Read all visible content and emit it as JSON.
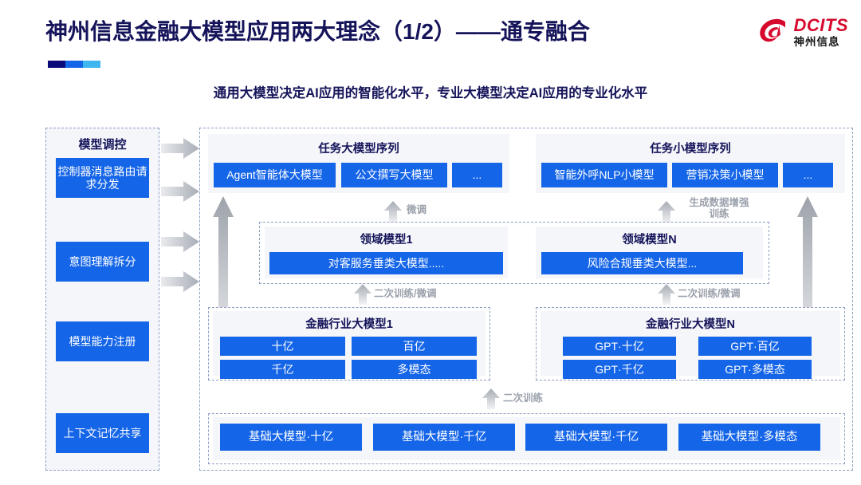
{
  "header": {
    "title": "神州信息金融大模型应用两大理念（1/2）——通专融合",
    "subtitle": "通用大模型决定AI应用的智能化水平，专业大模型决定AI应用的专业化水平",
    "accent_dark": "#0a0a78",
    "accent_mid": "#1565e8",
    "accent_light": "#3fb6f0",
    "title_color": "#15145a"
  },
  "logo": {
    "name": "dcits-logo",
    "en": "DCITS",
    "cn": "神州信息",
    "mark_color": "#d6082c"
  },
  "sidebar": {
    "title": "模型调控",
    "items": [
      {
        "label": "控制器消息路由请求分发"
      },
      {
        "label": "意图理解拆分"
      },
      {
        "label": "模型能力注册"
      },
      {
        "label": "上下文记忆共享"
      }
    ]
  },
  "task_sequences": [
    {
      "title": "任务大模型序列",
      "items": [
        "Agent智能体大模型",
        "公文撰写大模型",
        "..."
      ]
    },
    {
      "title": "任务小模型序列",
      "items": [
        "智能外呼NLP小模型",
        "营销决策小模型",
        "..."
      ]
    }
  ],
  "domain_models": [
    {
      "title": "领域模型1",
      "item": "对客服务垂类大模型....."
    },
    {
      "title": "领域模型N",
      "item": "风险合规垂类大模型..."
    }
  ],
  "industry_models": [
    {
      "title": "金融行业大模型1",
      "items": [
        "十亿",
        "百亿",
        "千亿",
        "多模态"
      ]
    },
    {
      "title": "金融行业大模型N",
      "items": [
        "GPT·十亿",
        "GPT·百亿",
        "GPT·千亿",
        "GPT·多模态"
      ]
    }
  ],
  "base_models": {
    "items": [
      "基础大模型·十亿",
      "基础大模型·千亿",
      "基础大模型·千亿",
      "基础大模型·多模态"
    ]
  },
  "arrow_labels": {
    "finetune": "微调",
    "data_augment": "生成数据增强\n训练",
    "retrain_finetune_left": "二次训练/微调",
    "retrain_finetune_right": "二次训练/微调",
    "retrain": "二次训练"
  },
  "colors": {
    "box_blue": "#1565e8",
    "panel_bg": "#f4f6fa",
    "dash_border": "#8f9ec4",
    "arrow_grey": "#b9bdc4",
    "label_grey": "#9aa0ab"
  }
}
